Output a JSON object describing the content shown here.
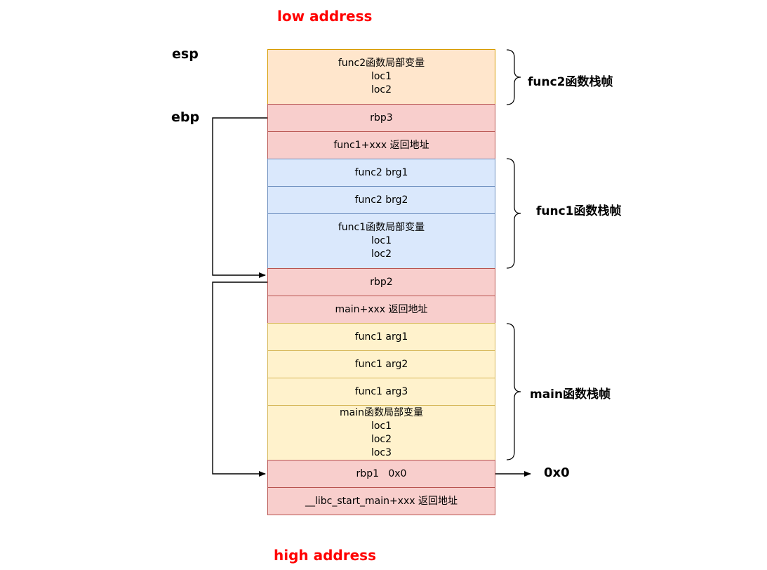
{
  "titles": {
    "top": "low address",
    "bottom": "high address"
  },
  "registers": {
    "esp": "esp",
    "ebp": "ebp"
  },
  "frames": {
    "func2": "func2函数栈帧",
    "func1": "func1函数栈帧",
    "main": "main函数栈帧"
  },
  "null_label": "0x0",
  "cells": [
    {
      "lines": [
        "func2函数局部变量",
        "loc1",
        "loc2"
      ]
    },
    {
      "lines": [
        "rbp3"
      ]
    },
    {
      "lines": [
        "func1+xxx 返回地址"
      ]
    },
    {
      "lines": [
        "func2 brg1"
      ]
    },
    {
      "lines": [
        "func2 brg2"
      ]
    },
    {
      "lines": [
        "func1函数局部变量",
        "loc1",
        "loc2"
      ]
    },
    {
      "lines": [
        "rbp2"
      ]
    },
    {
      "lines": [
        "main+xxx 返回地址"
      ]
    },
    {
      "lines": [
        "func1 arg1"
      ]
    },
    {
      "lines": [
        "func1 arg2"
      ]
    },
    {
      "lines": [
        "func1 arg3"
      ]
    },
    {
      "lines": [
        "main函数局部变量",
        "loc1",
        "loc2",
        "loc3"
      ]
    },
    {
      "lines": [
        "rbp1   0x0"
      ]
    },
    {
      "lines": [
        "__libc_start_main+xxx 返回地址"
      ]
    }
  ]
}
